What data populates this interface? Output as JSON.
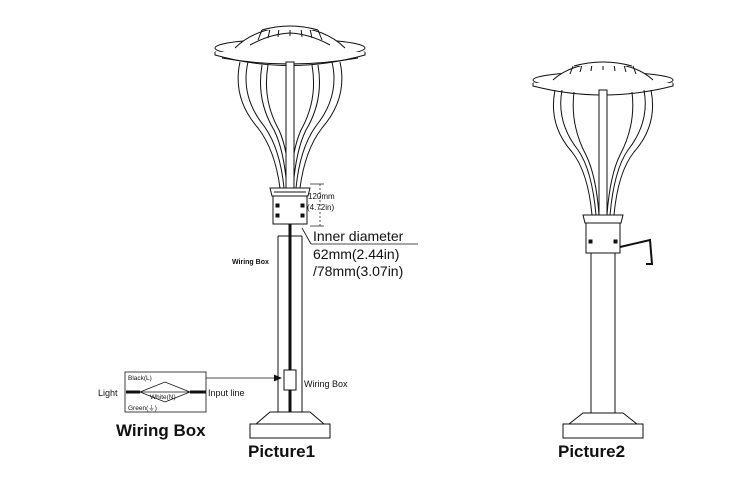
{
  "picture1": {
    "caption": "Picture1",
    "dimension_mm": "120mm",
    "dimension_in": "(4.72in)",
    "inner_diameter_title": "Inner diameter",
    "inner_diameter_line1": "62mm(2.44in)",
    "inner_diameter_line2": "/78mm(3.07in)",
    "wiring_box_side_label": "Wiring Box",
    "wiring_box_callout": "Wiring Box"
  },
  "wiring_diagram": {
    "title": "Wiring Box",
    "light_label": "Light",
    "input_label": "Input line",
    "black_wire": "Black(L)",
    "white_wire": "White(N)",
    "green_wire": "Green(⏚)"
  },
  "picture2": {
    "caption": "Picture2"
  }
}
